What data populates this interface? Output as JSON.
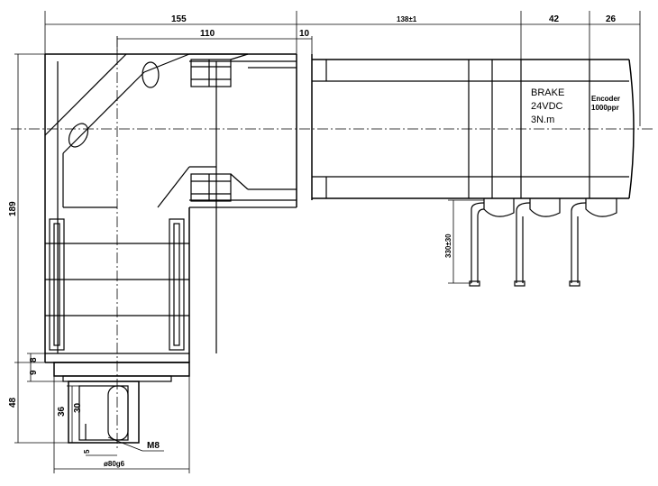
{
  "dimensions": {
    "d155": "155",
    "d110": "110",
    "d10": "10",
    "d138": "138±1",
    "d42": "42",
    "d26": "26",
    "d189": "189",
    "d330": "330±30",
    "d8": "8",
    "d9": "9",
    "d48": "48",
    "d36": "36",
    "d30": "30",
    "d5": "5",
    "thread": "M8",
    "shaft": "ø80g6"
  },
  "brake": {
    "line1": "BRAKE",
    "line2": "24VDC",
    "line3": "3N.m"
  },
  "encoder": {
    "line1": "Encoder",
    "line2": "1000ppr"
  }
}
